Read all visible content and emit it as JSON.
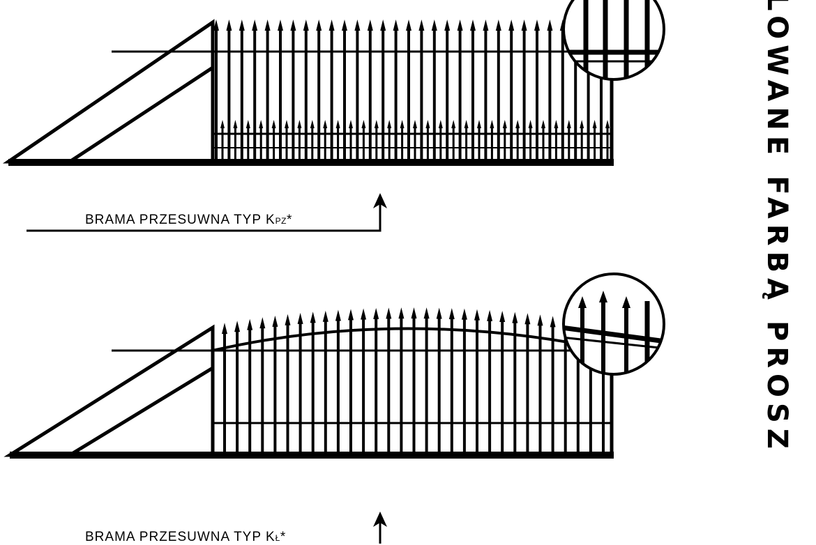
{
  "gates": [
    {
      "caption_main": "BRAMA PRZESUWNA TYP K",
      "caption_sub": "PZ",
      "caption_end": "*",
      "style": "flat-spiked"
    },
    {
      "caption_main": "BRAMA PRZESUWNA TYP K",
      "caption_sub": "Ł",
      "caption_end": "*",
      "style": "arched"
    }
  ],
  "side_text": "LOWANE FARBĄ PROSZ",
  "colors": {
    "ink": "#000000",
    "background": "#ffffff"
  }
}
